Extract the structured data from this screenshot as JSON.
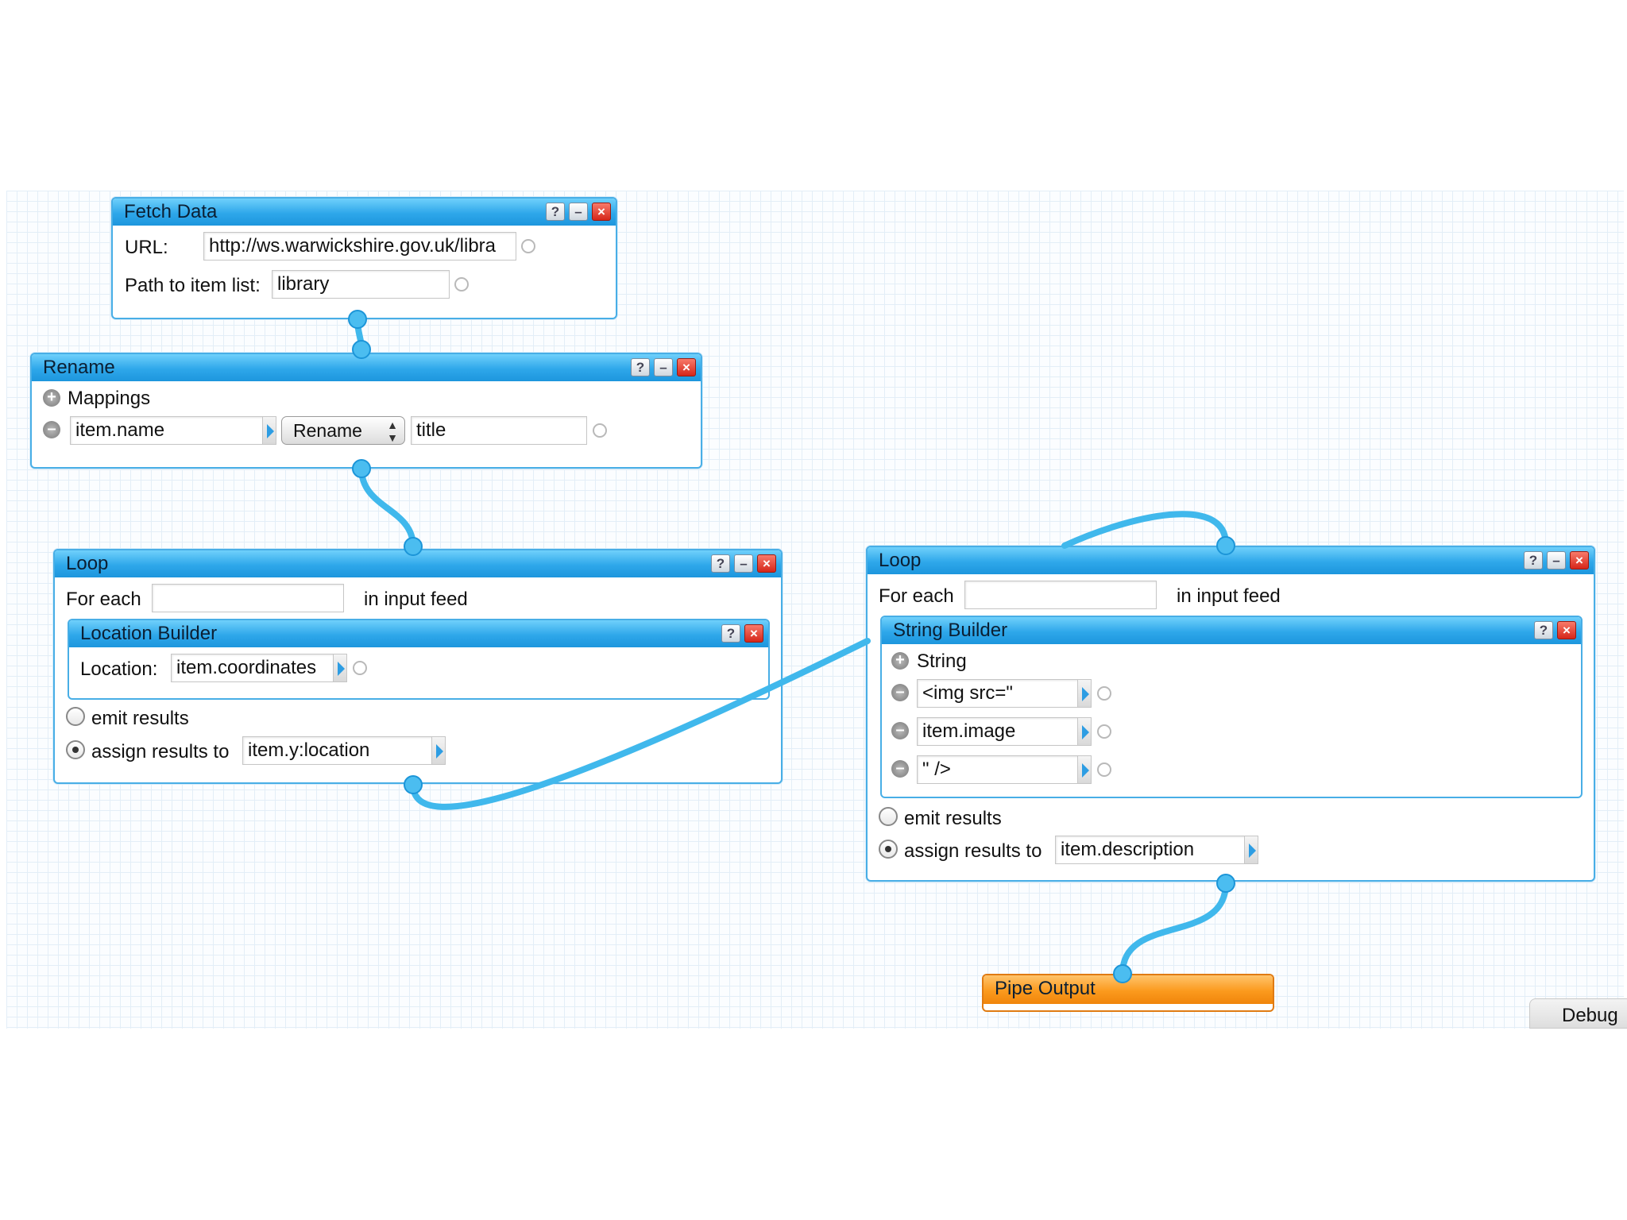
{
  "fetch_data": {
    "title": "Fetch Data",
    "url_label": "URL:",
    "url_value": "http://ws.warwickshire.gov.uk/libra",
    "path_label": "Path to item list:",
    "path_value": "library"
  },
  "rename": {
    "title": "Rename",
    "mappings_label": "Mappings",
    "from_value": "item.name",
    "op_value": "Rename",
    "to_value": "title"
  },
  "loop1": {
    "title": "Loop",
    "for_each_label": "For each",
    "for_each_value": "",
    "in_input_feed_label": "in input feed",
    "inner_title": "Location Builder",
    "location_label": "Location:",
    "location_value": "item.coordinates",
    "emit_label": "emit results",
    "assign_label": "assign results to",
    "assign_value": "item.y:location"
  },
  "loop2": {
    "title": "Loop",
    "for_each_label": "For each",
    "for_each_value": "",
    "in_input_feed_label": "in input feed",
    "inner_title": "String Builder",
    "string_label": "String",
    "strings": [
      "<img src=\"",
      "item.image",
      "\" />"
    ],
    "emit_label": "emit results",
    "assign_label": "assign results to",
    "assign_value": "item.description"
  },
  "pipe_output": {
    "title": "Pipe Output"
  },
  "debug_tab": {
    "label": "Debug"
  },
  "buttons": {
    "help": "?",
    "minimize": "–",
    "close": "×"
  },
  "colors": {
    "module_bar": "#2ea7ea",
    "wire": "#40b8ec",
    "output_bar": "#fb9a1d"
  }
}
